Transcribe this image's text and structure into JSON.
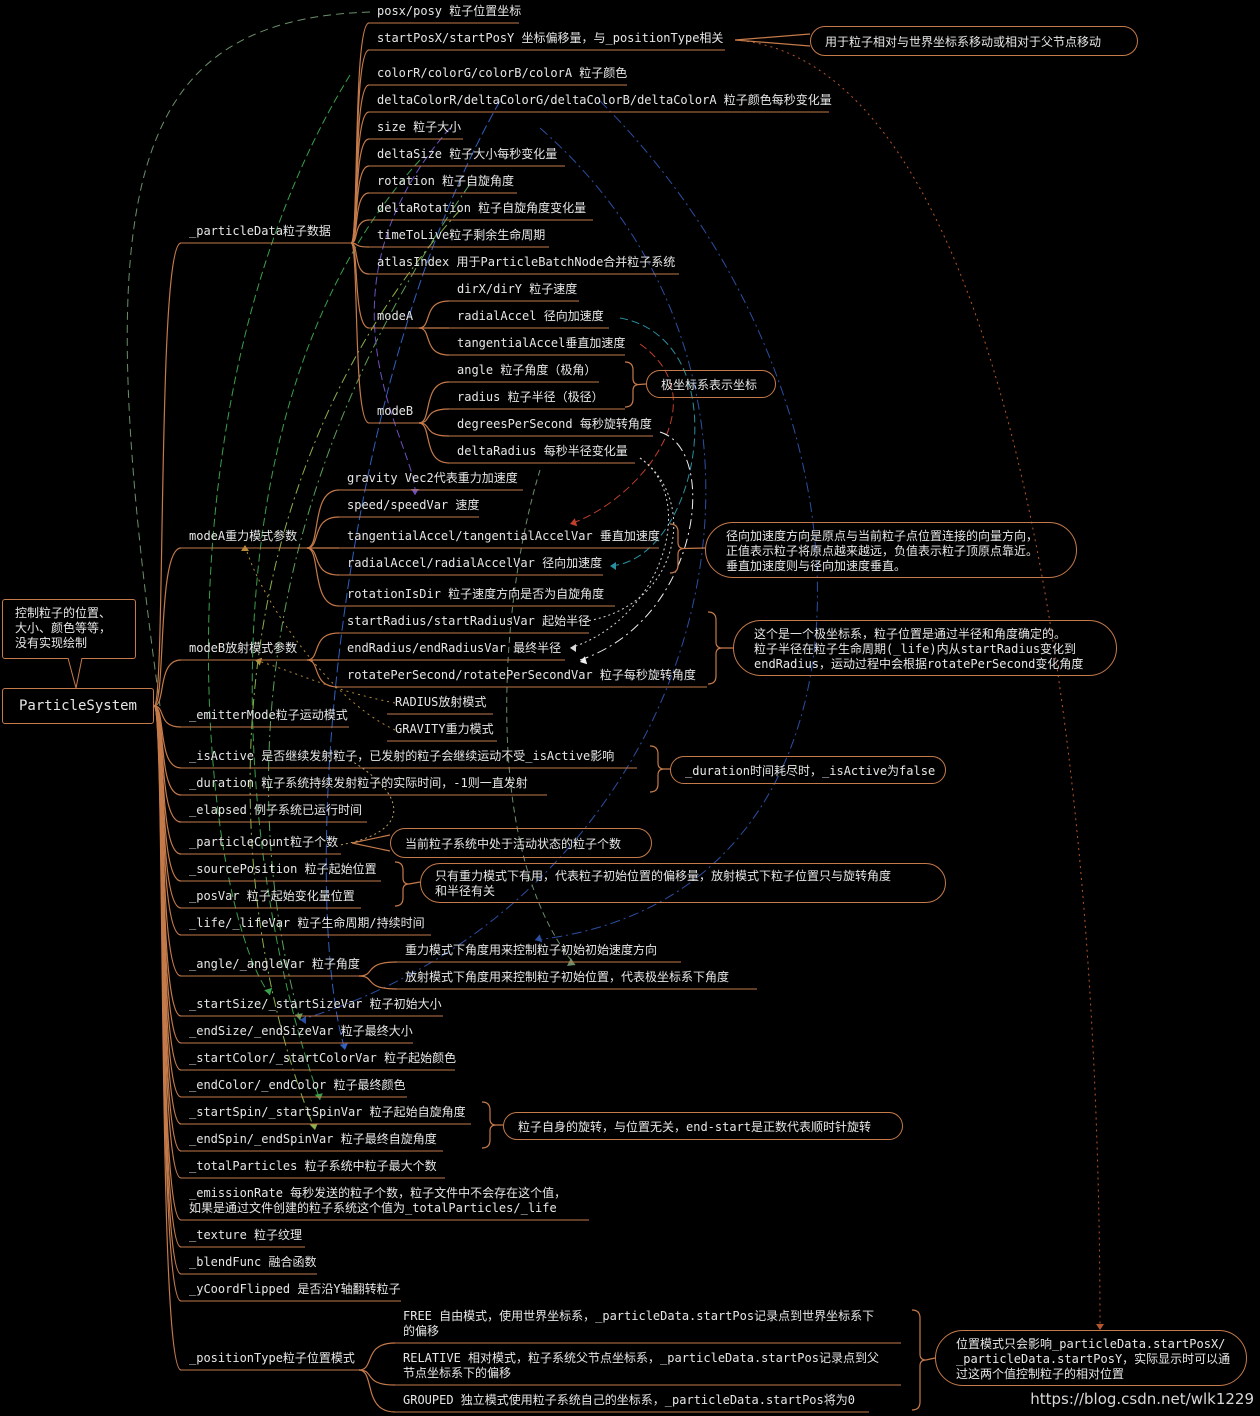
{
  "root": "ParticleSystem",
  "root_callout": "控制粒子的位置、\n大小、颜色等等，\n没有实现绘制",
  "nodes": {
    "particleData": "_particleData粒子数据",
    "posxy": "posx/posy 粒子位置坐标",
    "startPos": "startPosX/startPosY 坐标偏移量，与_positionType相关",
    "color": "colorR/colorG/colorB/colorA 粒子颜色",
    "deltaColor": "deltaColorR/deltaColorG/deltaColorB/deltaColorA 粒子颜色每秒变化量",
    "size": "size 粒子大小",
    "deltaSize": "deltaSize 粒子大小每秒变化量",
    "rotation": "rotation 粒子自旋角度",
    "deltaRotation": "deltaRotation 粒子自旋角度变化量",
    "timeToLive": "timeToLive粒子剩余生命周期",
    "atlasIndex": "atlasIndex 用于ParticleBatchNode合并粒子系统",
    "modeA_d": "modeA",
    "dir": "dirX/dirY 粒子速度",
    "radialAccel_d": "radialAccel 径向加速度",
    "tangentialAccel_d": "tangentialAccel垂直加速度",
    "modeB_d": "modeB",
    "angle_d": "angle 粒子角度（极角）",
    "radius_d": "radius 粒子半径（极径）",
    "dps_d": "degreesPerSecond 每秒旋转角度",
    "deltaRadius_d": "deltaRadius 每秒半径变化量",
    "modeA": "modeA重力模式参数",
    "gravity": "gravity Vec2代表重力加速度",
    "speed": "speed/speedVar 速度",
    "tangentialAccel": "tangentialAccel/tangentialAccelVar 垂直加速度",
    "radialAccel": "radialAccel/radialAccelVar 径向加速度",
    "rotationIsDir": "rotationIsDir 粒子速度方向是否为自旋角度",
    "modeB": "modeB放射模式参数",
    "startRadius": "startRadius/startRadiusVar 起始半径",
    "endRadius": "endRadius/endRadiusVar 最终半径",
    "rotatePerSecond": "rotatePerSecond/rotatePerSecondVar 粒子每秒旋转角度",
    "emitterMode": "_emitterMode粒子运动模式",
    "radiusMode": "RADIUS放射模式",
    "gravityMode": "GRAVITY重力模式",
    "isActive": "_isActive 是否继续发射粒子，已发射的粒子会继续运动不受_isActive影响",
    "duration": "_duration 粒子系统持续发射粒子的实际时间，-1则一直发射",
    "elapsed": "_elapsed 例子系统已运行时间",
    "particleCount": "_particleCount粒子个数",
    "sourcePosition": "_sourcePosition 粒子起始位置",
    "posVar": "_posVar 粒子起始变化量位置",
    "life": "_life/_lifeVar 粒子生命周期/持续时间",
    "angle": "_angle/_angleVar 粒子角度",
    "angleGravity": "重力模式下角度用来控制粒子初始初始速度方向",
    "angleRadius": "放射模式下角度用来控制粒子初始位置，代表极坐标系下角度",
    "startSize": "_startSize/_startSizeVar 粒子初始大小",
    "endSize": "_endSize/_endSizeVar 粒子最终大小",
    "startColor": "_startColor/_startColorVar 粒子起始颜色",
    "endColor": "_endColor/_endColor 粒子最终颜色",
    "startSpin": "_startSpin/_startSpinVar 粒子起始自旋角度",
    "endSpin": "_endSpin/_endSpinVar 粒子最终自旋角度",
    "totalParticles": "_totalParticles 粒子系统中粒子最大个数",
    "emissionRate": "_emissionRate 每秒发送的粒子个数，粒子文件中不会存在这个值，\n如果是通过文件创建的粒子系统这个值为_totalParticles/_life",
    "texture": "_texture 粒子纹理",
    "blendFunc": "_blendFunc 融合函数",
    "yCoordFlipped": "_yCoordFlipped 是否沿Y轴翻转粒子",
    "positionType": "_positionType粒子位置模式",
    "free": "FREE 自由模式，使用世界坐标系，_particleData.startPos记录点到世界坐标系下\n的偏移",
    "relative": "RELATIVE 相对模式，粒子系统父节点坐标系，_particleData.startPos记录点到父\n节点坐标系下的偏移",
    "grouped": "GROUPED 独立模式使用粒子系统自己的坐标系，_particleData.startPos将为0"
  },
  "notes": {
    "startPosNote": "用于粒子相对与世界坐标系移动或相对于父节点移动",
    "polarNote": "极坐标系表示坐标",
    "accelNote": "径向加速度方向是原点与当前粒子点位置连接的向量方向，\n正值表示粒子将原点越来越远，负值表示粒子顶原点靠近。\n垂直加速度则与径向加速度垂直。",
    "modeBNote": "这个是一个极坐标系，粒子位置是通过半径和角度确定的。\n粒子半径在粒子生命周期(_life)内从startRadius变化到\nendRadius，运动过程中会根据rotatePerSecond变化角度",
    "durationNote": "_duration时间耗尽时，_isActive为false",
    "countNote": "当前粒子系统中处于活动状态的粒子个数",
    "sourceNote": "只有重力模式下有用，代表粒子初始位置的偏移量，放射模式下粒子位置只与旋转角度\n和半径有关",
    "spinNote": "粒子自身的旋转，与位置无关，end-start是正数代表顺时针旋转",
    "positionTypeNote": "位置模式只会影响_particleData.startPosX/\n_particleData.startPosY，实际显示时可以通\n过这两个值控制粒子的相对位置"
  },
  "watermark": "https://blog.csdn.net/wlk1229",
  "colors": {
    "branch": "#c57a4a",
    "underline": "#c57a4a",
    "text": "#e6e6e6",
    "background": "#000000"
  }
}
